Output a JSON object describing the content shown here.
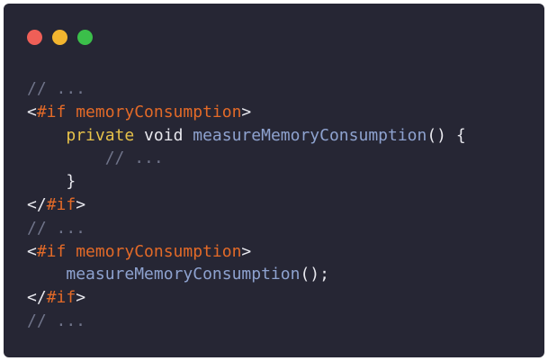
{
  "window": {
    "controls": {
      "close_color": "#ef5f57",
      "minimize_color": "#f2b52f",
      "maximize_color": "#3bbf4a"
    }
  },
  "code": {
    "lines": [
      {
        "indent": "",
        "tokens": [
          {
            "t": "comment",
            "v": "// ..."
          }
        ]
      },
      {
        "indent": "",
        "tokens": [
          {
            "t": "plain",
            "v": "<"
          },
          {
            "t": "kw",
            "v": "#if memoryConsumption"
          },
          {
            "t": "plain",
            "v": ">"
          }
        ]
      },
      {
        "indent": "    ",
        "tokens": [
          {
            "t": "private",
            "v": "private"
          },
          {
            "t": "void",
            "v": " void "
          },
          {
            "t": "fn",
            "v": "measureMemoryConsumption"
          },
          {
            "t": "plain",
            "v": "() {"
          }
        ]
      },
      {
        "indent": "        ",
        "tokens": [
          {
            "t": "comment",
            "v": "// ..."
          }
        ]
      },
      {
        "indent": "    ",
        "tokens": [
          {
            "t": "plain",
            "v": "}"
          }
        ]
      },
      {
        "indent": "",
        "tokens": [
          {
            "t": "plain",
            "v": "</"
          },
          {
            "t": "kw",
            "v": "#if"
          },
          {
            "t": "plain",
            "v": ">"
          }
        ]
      },
      {
        "indent": "",
        "tokens": [
          {
            "t": "comment",
            "v": "// ..."
          }
        ]
      },
      {
        "indent": "",
        "tokens": [
          {
            "t": "plain",
            "v": "<"
          },
          {
            "t": "kw",
            "v": "#if memoryConsumption"
          },
          {
            "t": "plain",
            "v": ">"
          }
        ]
      },
      {
        "indent": "    ",
        "tokens": [
          {
            "t": "fn",
            "v": "measureMemoryConsumption"
          },
          {
            "t": "plain",
            "v": "();"
          }
        ]
      },
      {
        "indent": "",
        "tokens": [
          {
            "t": "plain",
            "v": "</"
          },
          {
            "t": "kw",
            "v": "#if"
          },
          {
            "t": "plain",
            "v": ">"
          }
        ]
      },
      {
        "indent": "",
        "tokens": [
          {
            "t": "comment",
            "v": "// ..."
          }
        ]
      }
    ]
  }
}
